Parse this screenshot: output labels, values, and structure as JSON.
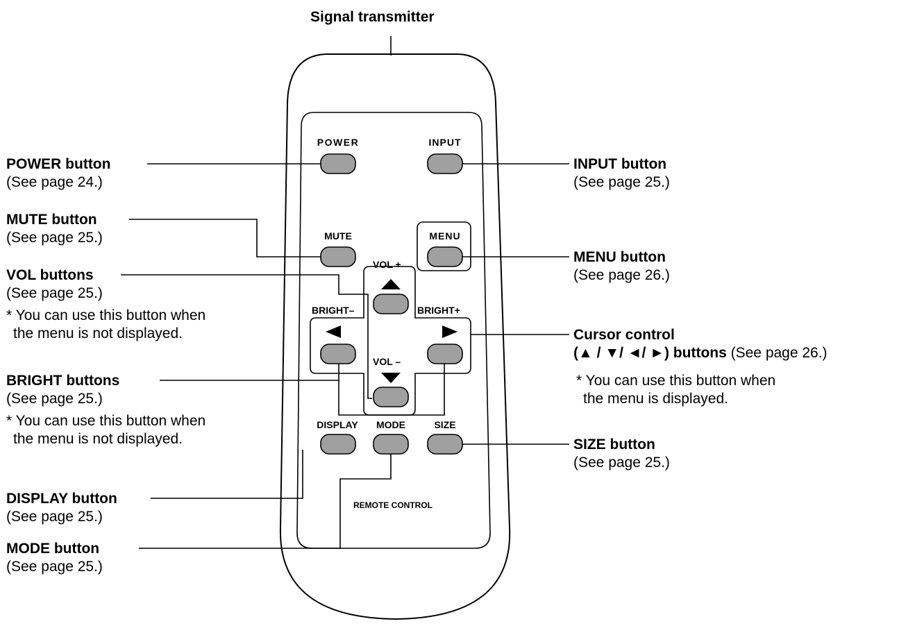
{
  "title": "Signal transmitter",
  "remote": {
    "power": "POWER",
    "input": "INPUT",
    "mute": "MUTE",
    "menu": "MENU",
    "vol_plus": "VOL +",
    "vol_minus": "VOL –",
    "bright_minus": "BRIGHT–",
    "bright_plus": "BRIGHT+",
    "display": "DISPLAY",
    "mode": "MODE",
    "size": "SIZE",
    "caption": "REMOTE CONTROL"
  },
  "callouts": {
    "power": {
      "title": "POWER button",
      "page": "(See page 24.)"
    },
    "mute": {
      "title": "MUTE button",
      "page": "(See page 25.)"
    },
    "vol": {
      "title": "VOL buttons",
      "page": "(See page 25.)",
      "note1": "* You can use this button when",
      "note2": "the menu is not displayed."
    },
    "bright": {
      "title": "BRIGHT buttons",
      "page": "(See page 25.)",
      "note1": "* You can use this button when",
      "note2": "the menu is not displayed."
    },
    "display": {
      "title": "DISPLAY button",
      "page": "(See page 25.)"
    },
    "mode": {
      "title": "MODE button",
      "page": "(See page 25.)"
    },
    "input": {
      "title": "INPUT button",
      "page": "(See page 25.)"
    },
    "menu": {
      "title": "MENU button",
      "page": "(See page 26.)"
    },
    "cursor": {
      "title": "Cursor control",
      "title2": "(▲ / ▼/ ◄/ ►) buttons",
      "page": "(See page 26.)",
      "note1": "* You can use this button when",
      "note2": "the menu is displayed."
    },
    "size": {
      "title": "SIZE button",
      "page": "(See page 25.)"
    }
  }
}
